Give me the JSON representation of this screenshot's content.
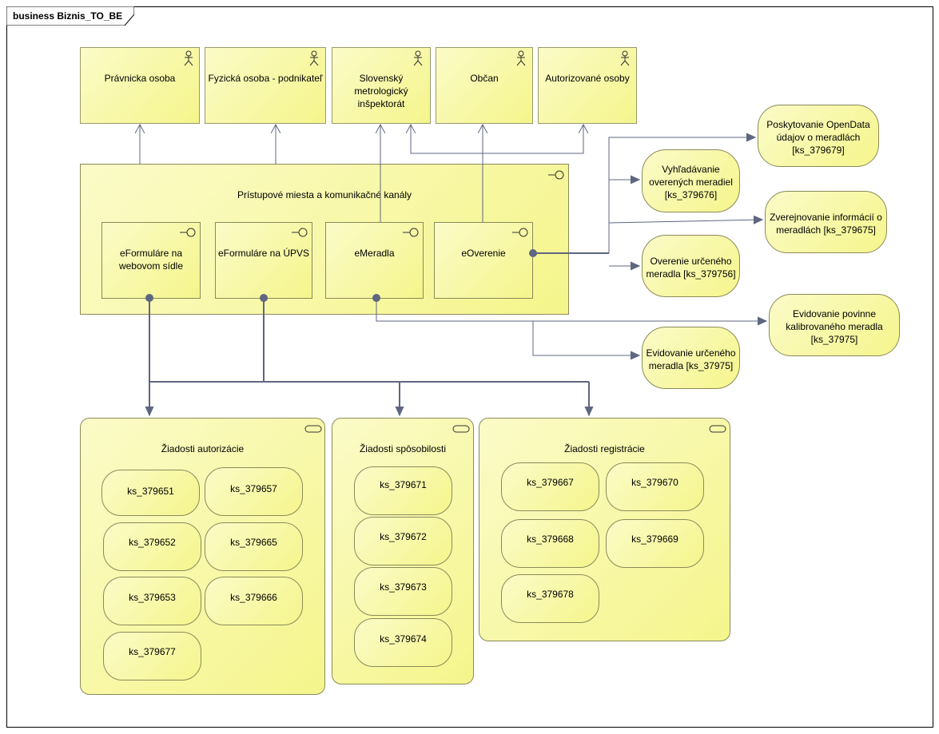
{
  "diagram": {
    "frame_title": "business Biznis_TO_BE",
    "actors": [
      {
        "id": "pravnicka",
        "label": "Právnicka osoba"
      },
      {
        "id": "fyzicka",
        "label": "Fyzická osoba - podnikateľ"
      },
      {
        "id": "smi",
        "label": "Slovenský\nmetrologický\ninšpektorát"
      },
      {
        "id": "obcan",
        "label": "Občan"
      },
      {
        "id": "autorizovane",
        "label": "Autorizované osoby"
      }
    ],
    "channels": {
      "title": "Prístupové miesta a komunikačné kanály",
      "interfaces": [
        {
          "id": "eform-web",
          "label": "eFormuláre na\nwebovom sídle"
        },
        {
          "id": "eform-upvs",
          "label": "eFormuláre na ÚPVS"
        },
        {
          "id": "emeradla",
          "label": "eMeradla"
        },
        {
          "id": "eoverenie",
          "label": "eOverenie"
        }
      ]
    },
    "services": [
      {
        "id": "opendata",
        "label": "Poskytovanie OpenData\núdajov o meradlách\n[ks_379679]"
      },
      {
        "id": "vyhladavanie",
        "label": "Vyhľadávanie\noverených meradiel\n[ks_379676]"
      },
      {
        "id": "zverejnovanie",
        "label": "Zverejnovanie informácií o\nmeradlách [ks_379675]"
      },
      {
        "id": "overenie",
        "label": "Overenie určeného\nmeradla [ks_379756]"
      },
      {
        "id": "evid-povinne",
        "label": "Evidovanie povinne\nkalibrovaného meradla\n[ks_37975]"
      },
      {
        "id": "evid-urceneho",
        "label": "Evidovanie určeného\nmeradla [ks_37975]"
      }
    ],
    "groups": [
      {
        "id": "autorizacie",
        "title": "Žiadosti autorizácie",
        "items": [
          "ks_379651",
          "ks_379657",
          "ks_379652",
          "ks_379665",
          "ks_379653",
          "ks_379666",
          "ks_379677"
        ]
      },
      {
        "id": "sposobilosti",
        "title": "Žiadosti spôsobilosti",
        "items": [
          "ks_379671",
          "ks_379672",
          "ks_379673",
          "ks_379674"
        ]
      },
      {
        "id": "registracie",
        "title": "Žiadosti registrácie",
        "items": [
          "ks_379667",
          "ks_379670",
          "ks_379668",
          "ks_379669",
          "ks_379678"
        ]
      }
    ],
    "colors": {
      "fill_light": "#fbfbc8",
      "fill_dark": "#f5f58c",
      "border": "#8a8a5a",
      "connector": "#5f6680"
    }
  }
}
